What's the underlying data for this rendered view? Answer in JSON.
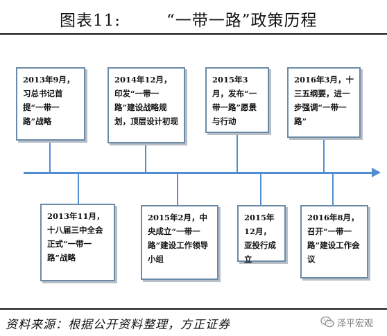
{
  "title": {
    "label": "图表11:",
    "text": "“一带一路”政策历程"
  },
  "events_top": [
    {
      "text": "2013年9月，习总书记首提“一带一路”战略"
    },
    {
      "text": "2014年12月，印发“一带一路”建设战略规划，顶层设计初现"
    },
    {
      "text": "2015年3月，发布“一带一路”愿景与行动"
    },
    {
      "text": "2016年3月，十三五纲要，进一步强调“一带一路”"
    }
  ],
  "events_bottom": [
    {
      "text": "2013年11月，十八届三中全会正式“一带一路”战略"
    },
    {
      "text": "2015年2月，中央成立“一带一路”建设工作领导小组"
    },
    {
      "text": "2015年12月，亚投行成立"
    },
    {
      "text": "2016年8月，召开“一带一路”建设工作会议"
    }
  ],
  "footer": {
    "source": "资料来源：根据公开资料整理，方正证券"
  },
  "watermark": {
    "name": "泽平宏观",
    "icon": "wechat-icon"
  },
  "colors": {
    "axis": "#4f8ed0",
    "box_border": "#6a8aa8",
    "box_shadow": "#b8bec6"
  }
}
